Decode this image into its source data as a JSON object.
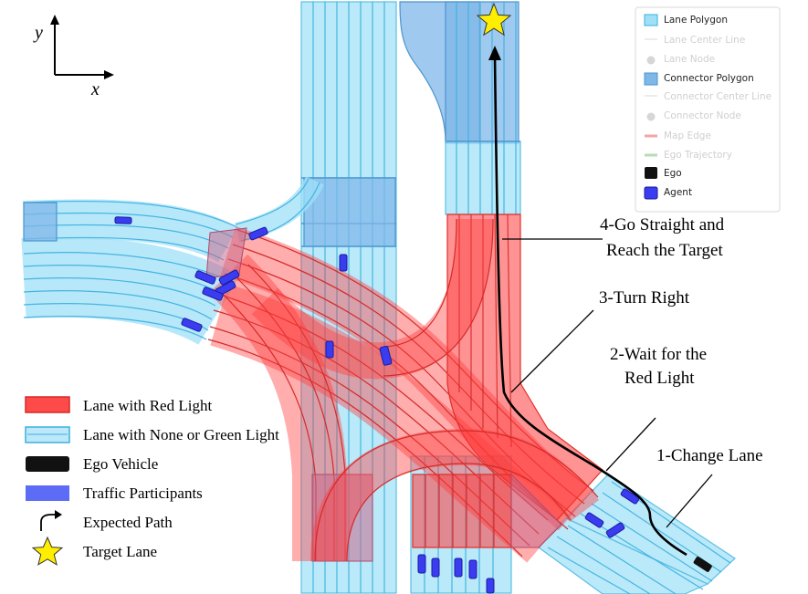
{
  "axes": {
    "y_label": "y",
    "x_label": "x"
  },
  "callouts": {
    "step1": "1-Change Lane",
    "step2_line1": "2-Wait for the",
    "step2_line2": "Red Light",
    "step3": "3-Turn Right",
    "step4_line1": "4-Go Straight and",
    "step4_line2": "Reach the Target"
  },
  "legend_left": [
    {
      "label": "Lane with Red Light",
      "swatch": "red-lane"
    },
    {
      "label": "Lane with None or Green Light",
      "swatch": "blue-lane"
    },
    {
      "label": "Ego Vehicle",
      "swatch": "ego"
    },
    {
      "label": "Traffic Participants",
      "swatch": "agent"
    },
    {
      "label": "Expected Path",
      "swatch": "path-arrow-icon"
    },
    {
      "label": "Target Lane",
      "swatch": "star-icon"
    }
  ],
  "legend_right": [
    {
      "label": "Lane Polygon",
      "swatch": "lane-polygon",
      "faded": false
    },
    {
      "label": "Lane Center Line",
      "swatch": "center-line",
      "faded": true
    },
    {
      "label": "Lane Node",
      "swatch": "node",
      "faded": true
    },
    {
      "label": "Connector Polygon",
      "swatch": "connector-polygon",
      "faded": false
    },
    {
      "label": "Connector Center Line",
      "swatch": "center-line",
      "faded": true
    },
    {
      "label": "Connector Node",
      "swatch": "node",
      "faded": true
    },
    {
      "label": "Map Edge",
      "swatch": "map-edge",
      "faded": true
    },
    {
      "label": "Ego Trajectory",
      "swatch": "ego-trajectory",
      "faded": true
    },
    {
      "label": "Ego",
      "swatch": "ego",
      "faded": false
    },
    {
      "label": "Agent",
      "swatch": "agent",
      "faded": false
    }
  ],
  "colors": {
    "red_lane": "#ff3b3b",
    "blue_lane": "#9fe0f8",
    "connector": "#7fb7e8",
    "agent": "#3a3cf0",
    "ego": "#111111",
    "star": "#ffee00"
  }
}
